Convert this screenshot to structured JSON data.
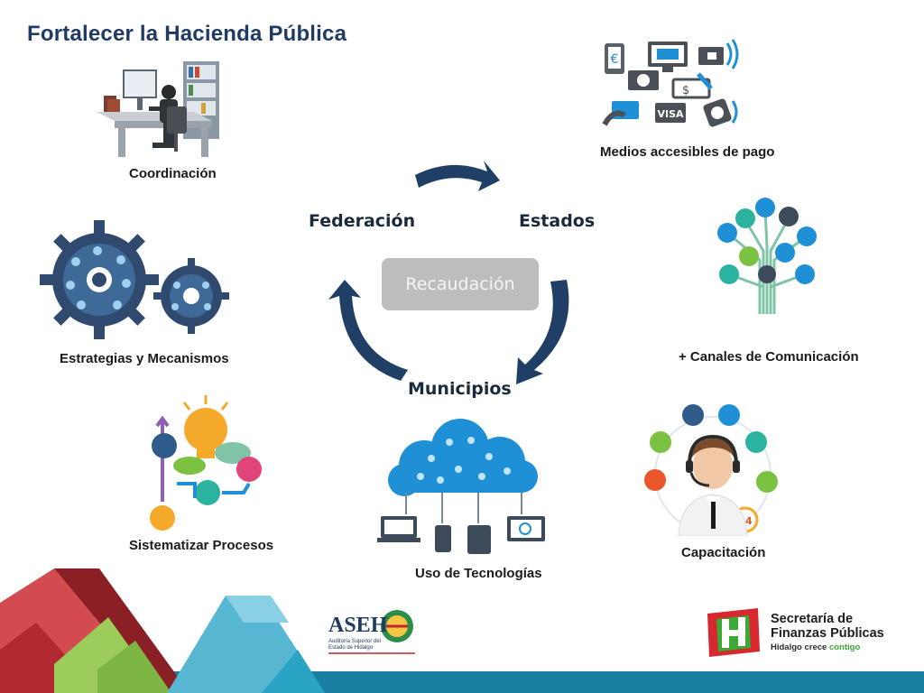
{
  "slide": {
    "title": "Fortalecer la Hacienda Pública"
  },
  "cycle": {
    "center": "Recaudación",
    "nodes": [
      "Federación",
      "Estados",
      "Municipios"
    ]
  },
  "items": [
    {
      "label": "Coordinación",
      "icon": "office-worker-icon"
    },
    {
      "label": "Medios accesibles de pago",
      "icon": "payment-methods-icon"
    },
    {
      "label": "Estrategias y Mecanismos",
      "icon": "gears-icon"
    },
    {
      "label": "+ Canales de Comunicación",
      "icon": "communication-tree-icon"
    },
    {
      "label": "Sistematizar Procesos",
      "icon": "lightbulb-process-icon"
    },
    {
      "label": "Uso de Tecnologías",
      "icon": "cloud-devices-icon"
    },
    {
      "label": "Capacitación",
      "icon": "call-center-agent-icon"
    }
  ],
  "logos": {
    "aseh": {
      "text": "ASEH",
      "subtitle": "Auditoría Superior del Estado de Hidalgo"
    },
    "sfp": {
      "line1": "Secretaría de",
      "line2": "Finanzas Públicas",
      "tagline": "Hidalgo crece",
      "tagline_accent": "contigo"
    }
  },
  "colors": {
    "title": "#1f3b63",
    "arrow": "#1f3f66",
    "center_box": "#bdbdbd",
    "band_red": "#c0272d",
    "band_teal": "#2aa4c4",
    "band_green": "#8cc63f",
    "sfp_red": "#d7282f",
    "sfp_green": "#3aaa35"
  }
}
